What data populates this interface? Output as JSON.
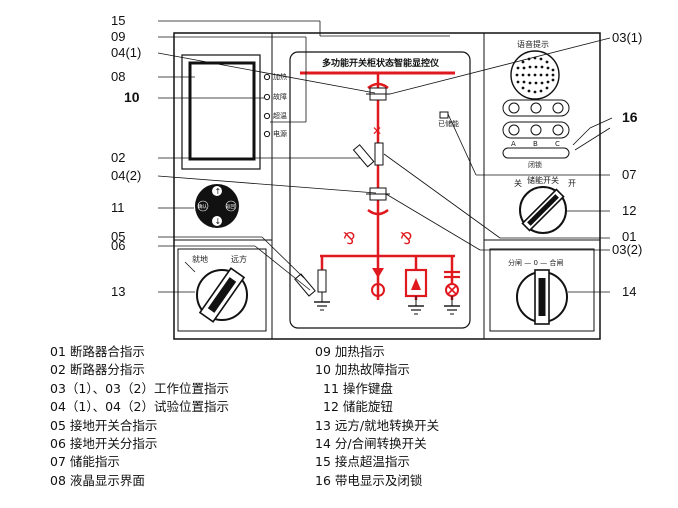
{
  "panel": {
    "display_title": "多功能开关柜状态智能显控仪",
    "indicators": [
      "加热",
      "故障",
      "超温",
      "电源"
    ],
    "keypad": {
      "left": "确认",
      "right": "返回"
    },
    "local_remote": {
      "left": "就地",
      "right": "远方"
    },
    "voice_label": "语音提示",
    "abc_labels": [
      "A",
      "B",
      "C"
    ],
    "lock_label": "闭锁",
    "store_label": "已储能",
    "knob_label": {
      "left": "关",
      "middle": "储能开关",
      "right": "开"
    },
    "switch_label": "分闸 — 0 — 合闸"
  },
  "callouts": {
    "c15": "15",
    "c09": "09",
    "c04_1": "04(1)",
    "c08": "08",
    "c10": "10",
    "c02": "02",
    "c04_2": "04(2)",
    "c11": "11",
    "c05": "05",
    "c06": "06",
    "c13": "13",
    "c03_1": "03(1)",
    "c16": "16",
    "c07": "07",
    "c12": "12",
    "c01": "01",
    "c03_2": "03(2)",
    "c14": "14"
  },
  "legend_left": [
    "01 断路器合指示",
    "02 断路器分指示",
    "03（1）、03（2）工作位置指示",
    "04（1）、04（2）试验位置指示",
    "05 接地开关合指示",
    "06 接地开关分指示",
    "07 储能指示",
    "08 液晶显示界面"
  ],
  "legend_right": [
    "09 加热指示",
    "10 加热故障指示",
    "11 操作键盘",
    "12 储能旋钮",
    "13 远方/就地转换开关",
    "14 分/合闸转换开关",
    "15 接点超温指示",
    "16 带电显示及闭锁"
  ],
  "colors": {
    "accent_red": "#e0191e",
    "line": "#111111"
  }
}
